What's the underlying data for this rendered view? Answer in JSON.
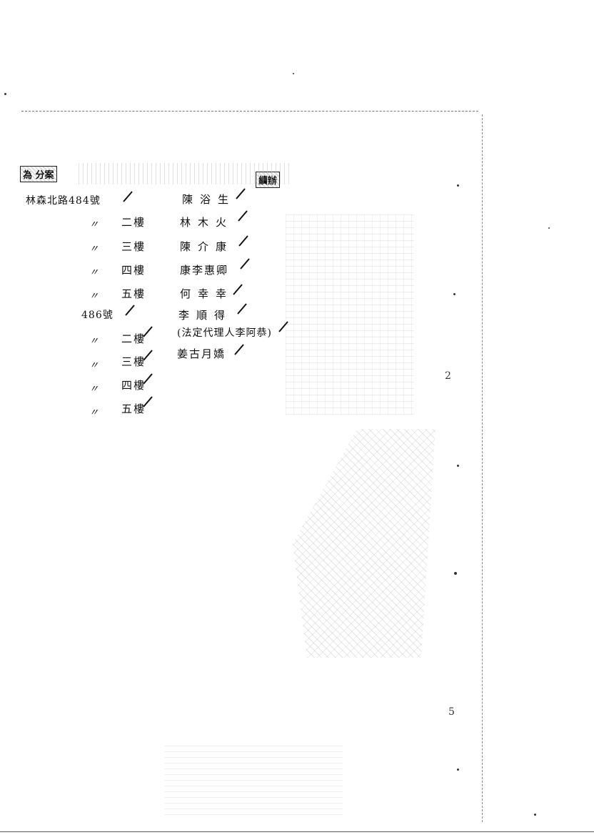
{
  "header": {
    "stamp_left": "為 分案",
    "stamp_right": "續辦"
  },
  "rows": [
    {
      "address": "林森北路484號",
      "floor": "",
      "name": "陳浴生"
    },
    {
      "address": "〃",
      "floor": "二樓",
      "name": "林木火"
    },
    {
      "address": "〃",
      "floor": "三樓",
      "name": "陳介康"
    },
    {
      "address": "〃",
      "floor": "四樓",
      "name": "康李惠卿"
    },
    {
      "address": "〃",
      "floor": "五樓",
      "name": "何幸幸"
    },
    {
      "address": "486號",
      "floor": "",
      "name": "李順得"
    },
    {
      "address": "〃",
      "floor": "二樓",
      "name": "(法定代理人李阿恭)"
    },
    {
      "address": "〃",
      "floor": "三樓",
      "name": "姜古月嬌"
    },
    {
      "address": "〃",
      "floor": "四樓",
      "name": ""
    },
    {
      "address": "〃",
      "floor": "五樓",
      "name": ""
    }
  ],
  "margin": {
    "mark_a": "2",
    "mark_b": "5"
  }
}
